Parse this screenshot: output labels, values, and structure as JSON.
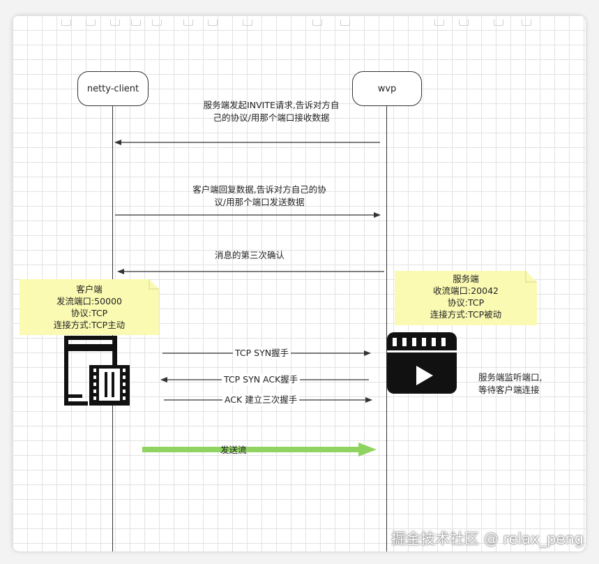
{
  "actors": {
    "client": "netty-client",
    "server": "wvp"
  },
  "messages": {
    "invite": "服务端发起INVITE请求,告诉对方自己的协议/用那个端口接收数据",
    "invite_line1": "服务端发起INVITE请求,告诉对方自",
    "invite_line2": "己的协议/用那个端口接收数据",
    "reply_line1": "客户端回复数据,告诉对方自己的协",
    "reply_line2": "议/用那个端口发送数据",
    "confirm": "消息的第三次确认"
  },
  "client_note": {
    "title": "客户端",
    "port": "发流端口:50000",
    "protocol": "协议:TCP",
    "mode": "连接方式:TCP主动"
  },
  "server_note": {
    "title": "服务端",
    "port": "收流端口:20042",
    "protocol": "协议:TCP",
    "mode": "连接方式:TCP被动"
  },
  "handshake": {
    "syn": "TCP SYN握手",
    "syn_ack": "TCP SYN ACK握手",
    "ack": "ACK 建立三次握手"
  },
  "server_listen_line1": "服务端监听端口,",
  "server_listen_line2": "等待客户端连接",
  "stream_label": "发送流",
  "watermark": "掘金技术社区 @ relax_peng",
  "colors": {
    "note_fill": "#fafab2",
    "stream_arrow": "#8fd360",
    "line": "#333333"
  }
}
